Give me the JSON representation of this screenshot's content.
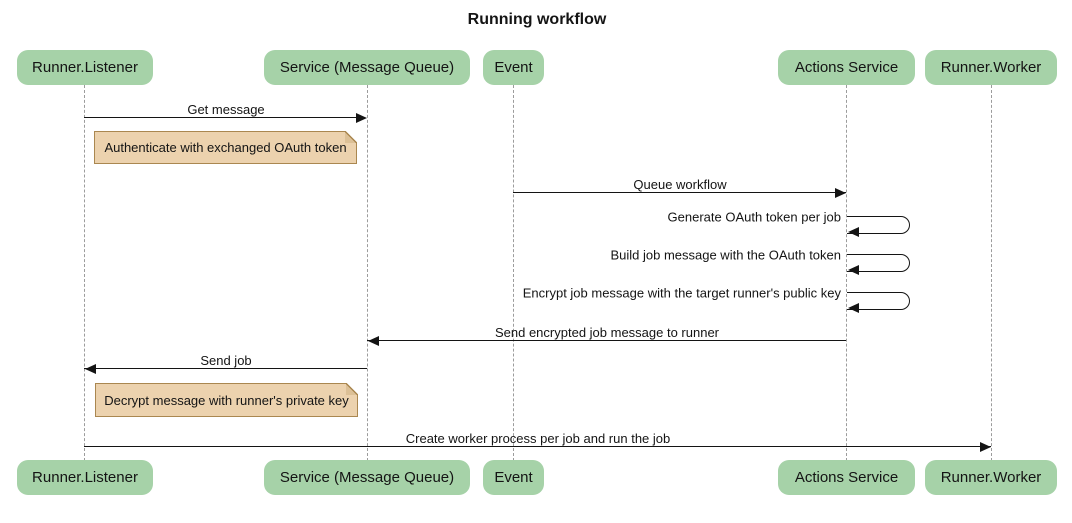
{
  "title": "Running workflow",
  "colors": {
    "actor_fill": "#a6d2a8",
    "note_fill": "#ecd2ae",
    "note_border": "#aa8750",
    "lifeline": "#9c9c9c",
    "arrow": "#141414"
  },
  "actors": [
    {
      "label": "Runner.Listener"
    },
    {
      "label": "Service (Message Queue)"
    },
    {
      "label": "Event"
    },
    {
      "label": "Actions Service"
    },
    {
      "label": "Runner.Worker"
    }
  ],
  "messages": [
    {
      "from": "Runner.Listener",
      "to": "Service (Message Queue)",
      "label": "Get message",
      "type": "solid-arrow"
    },
    {
      "from": "Event",
      "to": "Actions Service",
      "label": "Queue workflow",
      "type": "solid-arrow"
    },
    {
      "from": "Actions Service",
      "to": "Actions Service",
      "label": "Generate OAuth token per job",
      "type": "self-loop"
    },
    {
      "from": "Actions Service",
      "to": "Actions Service",
      "label": "Build job message with the OAuth token",
      "type": "self-loop"
    },
    {
      "from": "Actions Service",
      "to": "Actions Service",
      "label": "Encrypt job message with the target runner's public key",
      "type": "self-loop"
    },
    {
      "from": "Actions Service",
      "to": "Service (Message Queue)",
      "label": "Send encrypted job message to runner",
      "type": "solid-arrow"
    },
    {
      "from": "Service (Message Queue)",
      "to": "Runner.Listener",
      "label": "Send job",
      "type": "solid-arrow"
    },
    {
      "from": "Runner.Listener",
      "to": "Runner.Worker",
      "label": "Create worker process per job and run the job",
      "type": "solid-arrow"
    }
  ],
  "notes": [
    {
      "over": "Runner.Listener",
      "text": "Authenticate with exchanged OAuth token"
    },
    {
      "over": "Runner.Listener",
      "text": "Decrypt message with runner's private key"
    }
  ]
}
